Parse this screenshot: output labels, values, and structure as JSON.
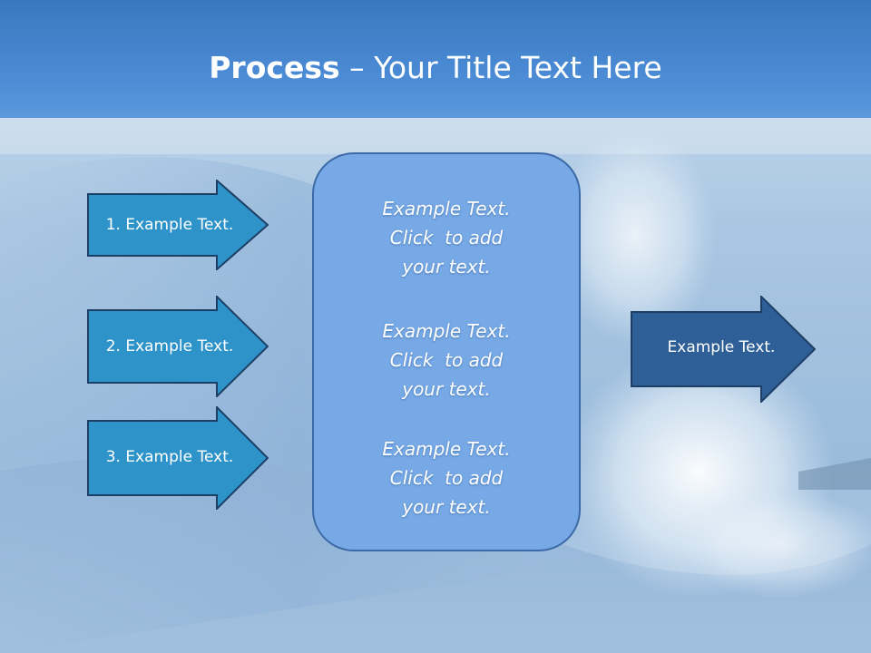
{
  "title": {
    "bold": "Process",
    "rest": " – Your Title Text Here"
  },
  "left_arrows": [
    {
      "label": "1. Example Text."
    },
    {
      "label": "2. Example Text."
    },
    {
      "label": "3. Example Text."
    }
  ],
  "center_blocks": [
    {
      "line1": "Example Text.",
      "line2": "Click  to add",
      "line3": "your text."
    },
    {
      "line1": "Example Text.",
      "line2": "Click  to add",
      "line3": "your text."
    },
    {
      "line1": "Example Text.",
      "line2": "Click  to add",
      "line3": "your text."
    }
  ],
  "right_arrow": {
    "label": "Example Text."
  },
  "colors": {
    "title_bar": "#4a8ad4",
    "left_arrow_fill": "#2e93c8",
    "right_arrow_fill": "#2e5f96",
    "center_box_fill": "#76a9e6",
    "border": "#1d3f66"
  }
}
